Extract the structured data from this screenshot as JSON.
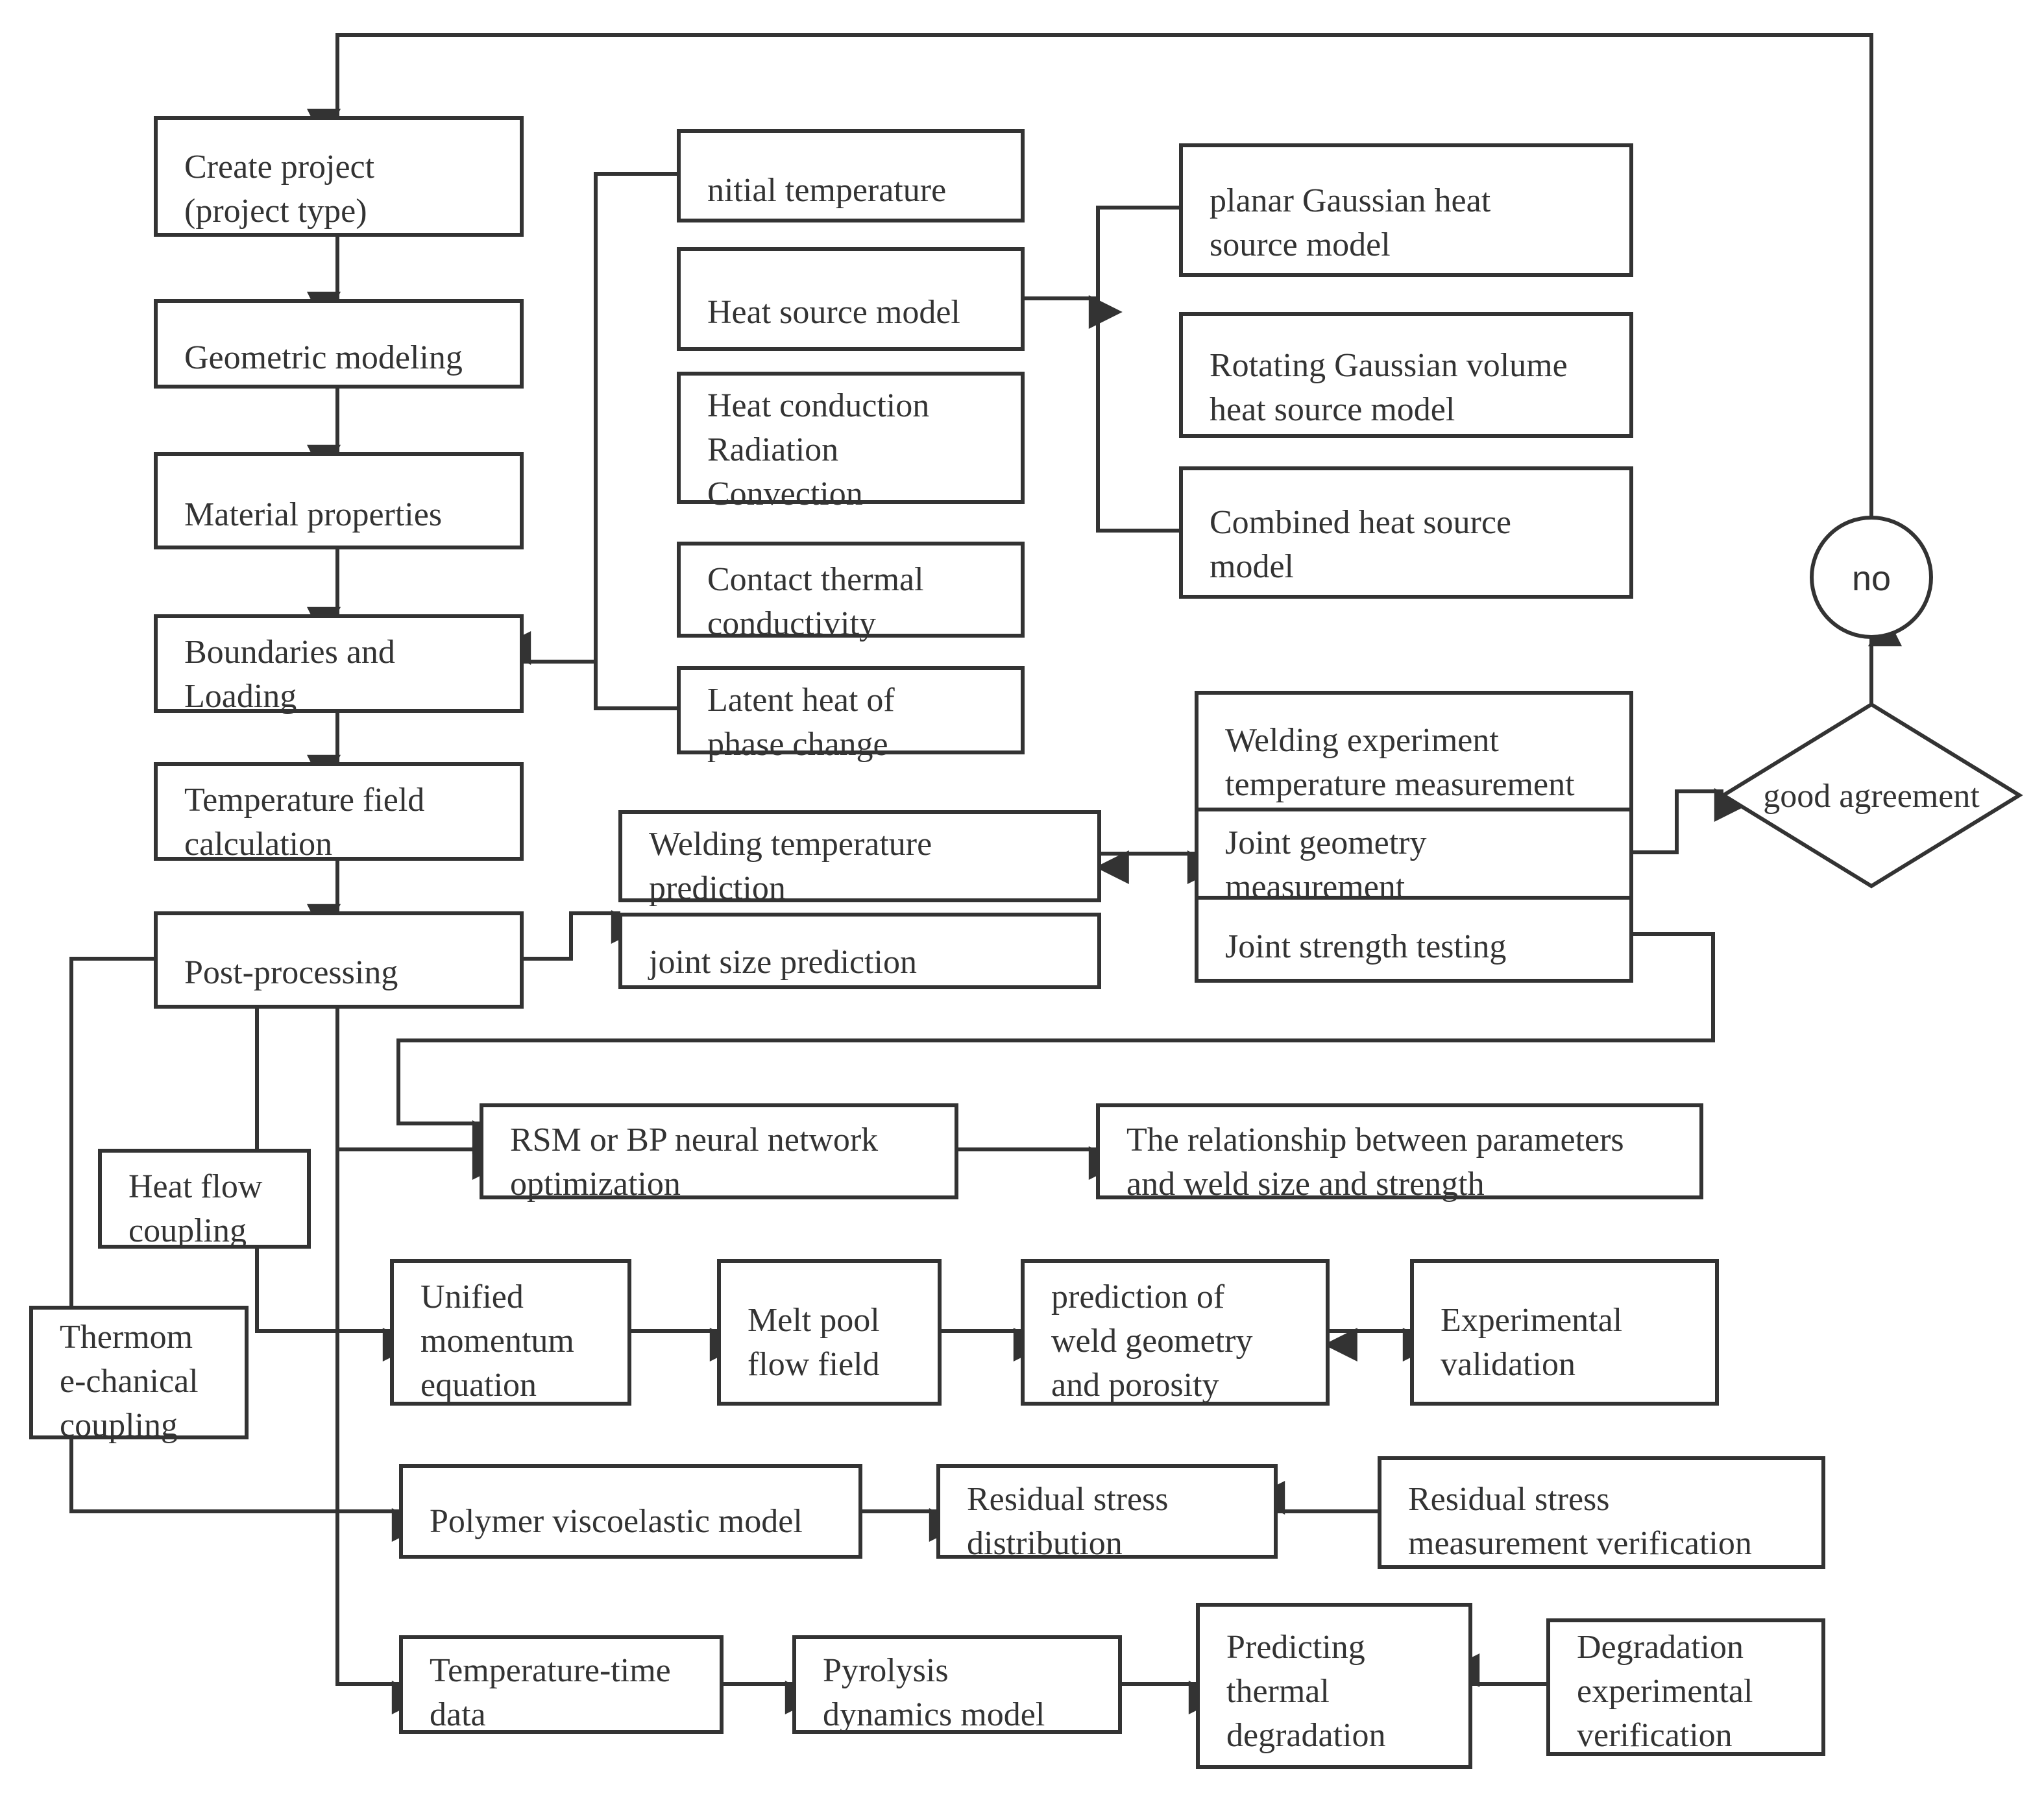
{
  "nodes": {
    "create_project": [
      "Create project",
      "(project type)"
    ],
    "geometric_modeling": [
      "Geometric modeling"
    ],
    "material_properties": [
      "Material properties"
    ],
    "boundaries_loading": [
      "Boundaries and",
      "Loading"
    ],
    "temperature_field": [
      "Temperature field",
      "calculation"
    ],
    "post_processing": [
      "Post-processing"
    ],
    "initial_temperature": [
      "nitial temperature"
    ],
    "heat_source_model": [
      "Heat source model"
    ],
    "heat_transfer_modes": [
      "Heat conduction",
      "Radiation",
      "Convection"
    ],
    "contact_thermal": [
      "Contact thermal",
      "conductivity"
    ],
    "latent_heat": [
      "Latent heat of",
      "phase change"
    ],
    "planar_gaussian": [
      "planar Gaussian heat",
      "source model"
    ],
    "rotating_gaussian": [
      "Rotating Gaussian volume",
      "heat source model"
    ],
    "combined_heat_source": [
      "Combined heat source",
      "model"
    ],
    "welding_experiment": [
      "Welding experiment",
      "temperature measurement"
    ],
    "joint_geometry": [
      "Joint geometry",
      "measurement"
    ],
    "joint_strength": [
      "Joint strength testing"
    ],
    "welding_temp_prediction": [
      "Welding temperature",
      "prediction"
    ],
    "joint_size_prediction": [
      "joint size prediction"
    ],
    "good_agreement": [
      "good agreement"
    ],
    "no": [
      "no"
    ],
    "rsm_bp": [
      "RSM or BP neural network",
      "optimization"
    ],
    "relationship": [
      "The relationship between parameters",
      "and weld size and strength"
    ],
    "heat_flow_coupling": [
      "Heat flow",
      "coupling"
    ],
    "thermomechanical_coupling": [
      "Thermom",
      "e-chanical",
      "coupling"
    ],
    "unified_momentum": [
      "Unified",
      "momentum",
      "equation"
    ],
    "melt_pool": [
      "Melt pool",
      "flow field"
    ],
    "prediction_weld_geometry": [
      "prediction of",
      "weld geometry",
      "and porosity"
    ],
    "experimental_validation": [
      "Experimental",
      "validation"
    ],
    "polymer_viscoelastic": [
      "Polymer viscoelastic model"
    ],
    "residual_stress_distribution": [
      "Residual stress",
      "distribution"
    ],
    "residual_stress_verification": [
      "Residual stress",
      "measurement verification"
    ],
    "temperature_time_data": [
      "Temperature-time",
      "data"
    ],
    "pyrolysis_model": [
      "Pyrolysis",
      "dynamics model"
    ],
    "predicting_degradation": [
      "Predicting",
      "thermal",
      "degradation"
    ],
    "degradation_verification": [
      "Degradation",
      "experimental",
      "verification"
    ]
  },
  "edges": [
    [
      "create_project",
      "geometric_modeling"
    ],
    [
      "geometric_modeling",
      "material_properties"
    ],
    [
      "material_properties",
      "boundaries_loading"
    ],
    [
      "boundaries_loading",
      "temperature_field"
    ],
    [
      "temperature_field",
      "post_processing"
    ],
    [
      "initial_temperature",
      "boundaries_loading"
    ],
    [
      "latent_heat",
      "boundaries_loading"
    ],
    [
      "heat_source_model",
      "planar_gaussian"
    ],
    [
      "heat_source_model",
      "combined_heat_source"
    ],
    [
      "post_processing",
      "welding_temp_prediction"
    ],
    [
      "welding_temp_prediction",
      "joint_geometry",
      "bidirectional"
    ],
    [
      "joint_geometry",
      "good_agreement"
    ],
    [
      "good_agreement",
      "no"
    ],
    [
      "no",
      "create_project"
    ],
    [
      "joint_strength",
      "rsm_bp"
    ],
    [
      "post_processing",
      "rsm_bp"
    ],
    [
      "rsm_bp",
      "relationship"
    ],
    [
      "post_processing",
      "heat_flow_coupling"
    ],
    [
      "heat_flow_coupling",
      "unified_momentum"
    ],
    [
      "unified_momentum",
      "melt_pool"
    ],
    [
      "melt_pool",
      "prediction_weld_geometry"
    ],
    [
      "prediction_weld_geometry",
      "experimental_validation",
      "bidirectional"
    ],
    [
      "post_processing",
      "thermomechanical_coupling"
    ],
    [
      "thermomechanical_coupling",
      "polymer_viscoelastic"
    ],
    [
      "polymer_viscoelastic",
      "residual_stress_distribution"
    ],
    [
      "residual_stress_verification",
      "residual_stress_distribution"
    ],
    [
      "post_processing",
      "temperature_time_data"
    ],
    [
      "temperature_time_data",
      "pyrolysis_model"
    ],
    [
      "pyrolysis_model",
      "predicting_degradation"
    ],
    [
      "degradation_verification",
      "predicting_degradation"
    ]
  ]
}
